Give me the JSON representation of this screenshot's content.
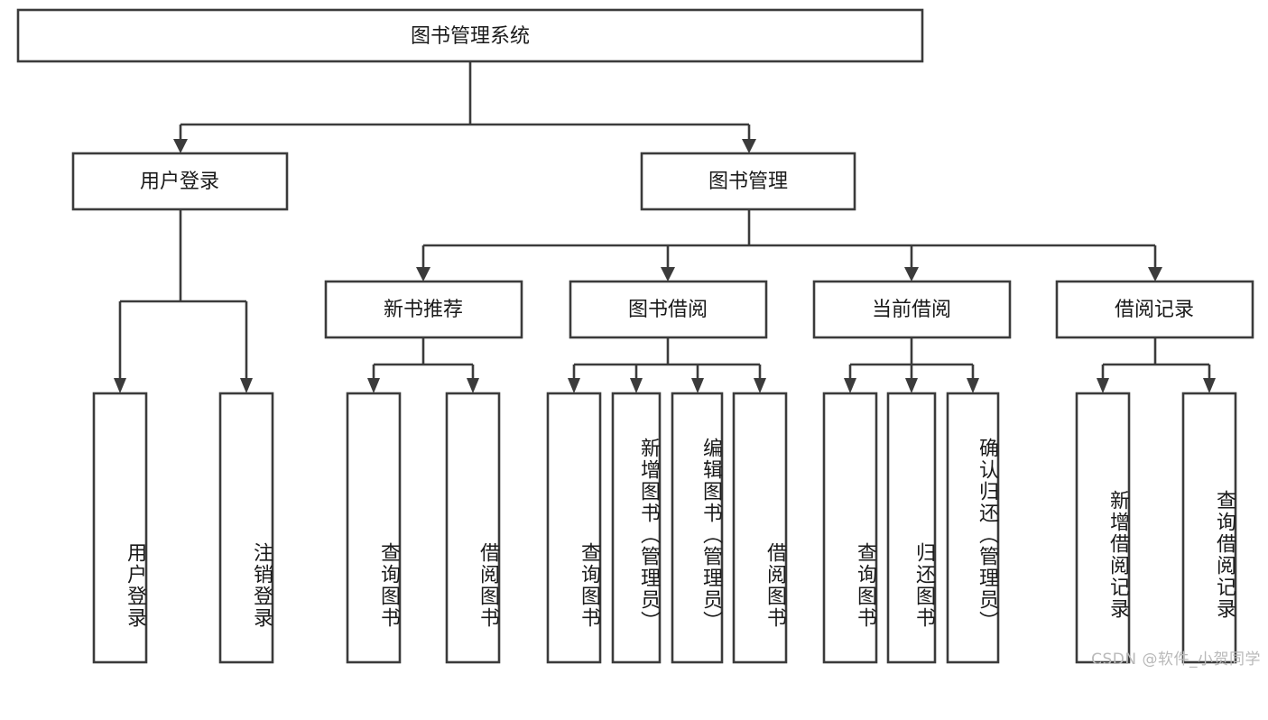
{
  "diagram": {
    "type": "tree",
    "title": "图书管理系统",
    "orientation": "top-down",
    "colors": {
      "box_stroke": "#3b3b3b",
      "box_fill": "#ffffff",
      "text": "#1a1a1a",
      "watermark": "#b9b9b9",
      "background": "#ffffff"
    },
    "root": {
      "label": "图书管理系统",
      "level": 0
    },
    "level1": [
      {
        "id": "user-login",
        "label": "用户登录"
      },
      {
        "id": "book-management",
        "label": "图书管理"
      }
    ],
    "level2": [
      {
        "id": "new-book-recommend",
        "label": "新书推荐",
        "parent": "book-management"
      },
      {
        "id": "book-borrow",
        "label": "图书借阅",
        "parent": "book-management"
      },
      {
        "id": "current-borrow",
        "label": "当前借阅",
        "parent": "book-management"
      },
      {
        "id": "borrow-record",
        "label": "借阅记录",
        "parent": "book-management"
      }
    ],
    "leaves": {
      "user_login": [
        {
          "id": "leaf-user-login",
          "label": "用户登录"
        },
        {
          "id": "leaf-user-logout",
          "label": "注销登录"
        }
      ],
      "new_book_recommend": [
        {
          "id": "leaf-query-book-1",
          "label": "查询图书"
        },
        {
          "id": "leaf-borrow-book-1",
          "label": "借阅图书"
        }
      ],
      "book_borrow": [
        {
          "id": "leaf-query-book-2",
          "label": "查询图书"
        },
        {
          "id": "leaf-add-book",
          "label": "新增图书（管理员）"
        },
        {
          "id": "leaf-edit-book",
          "label": "编辑图书（管理员）"
        },
        {
          "id": "leaf-borrow-book-2",
          "label": "借阅图书"
        }
      ],
      "current_borrow": [
        {
          "id": "leaf-query-book-3",
          "label": "查询图书"
        },
        {
          "id": "leaf-return-book",
          "label": "归还图书"
        },
        {
          "id": "leaf-confirm-return",
          "label": "确认归还（管理员）"
        }
      ],
      "borrow_record": [
        {
          "id": "leaf-add-record",
          "label": "新增借阅记录"
        },
        {
          "id": "leaf-query-record",
          "label": "查询借阅记录"
        }
      ]
    }
  },
  "watermark": {
    "text": "CSDN @软件_小贺同学"
  }
}
